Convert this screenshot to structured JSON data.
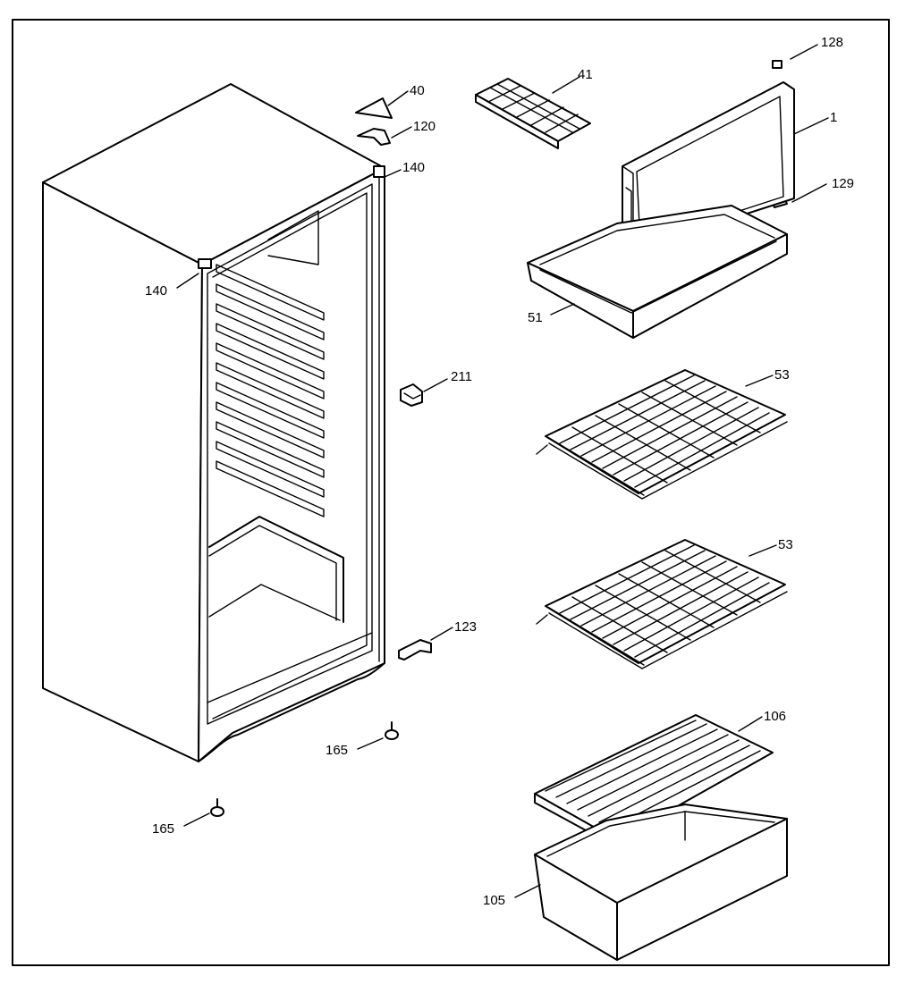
{
  "labels": {
    "p128": "128",
    "p41": "41",
    "p40": "40",
    "p120": "120",
    "p1": "1",
    "p140a": "140",
    "p129": "129",
    "p140b": "140",
    "p51": "51",
    "p211": "211",
    "p53a": "53",
    "p53b": "53",
    "p123": "123",
    "p106": "106",
    "p165a": "165",
    "p165b": "165",
    "p105": "105"
  }
}
